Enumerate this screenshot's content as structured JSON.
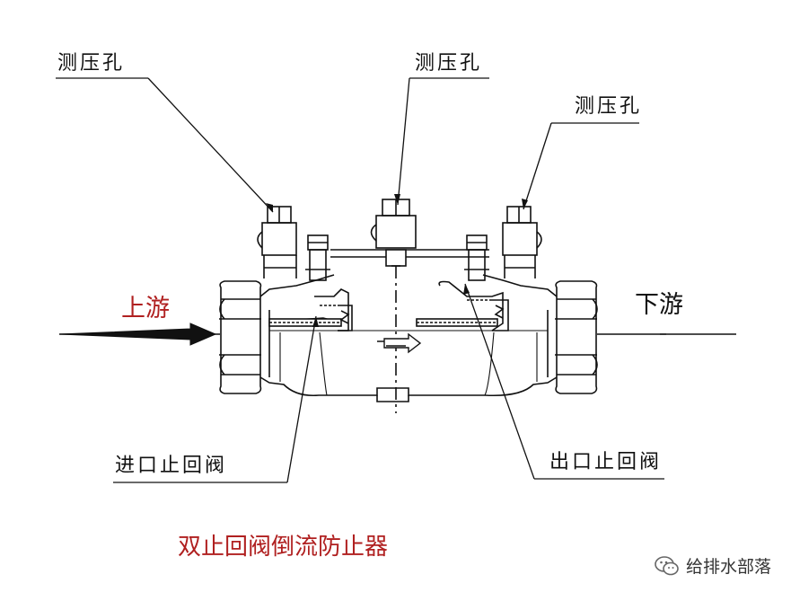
{
  "labels": {
    "tap_left": "测压孔",
    "tap_center": "测压孔",
    "tap_right": "测压孔",
    "upstream": "上游",
    "downstream": "下游",
    "inlet_check": "进口止回阀",
    "outlet_check": "出口止回阀"
  },
  "caption": "双止回阀倒流防止器",
  "watermark": {
    "icon": "wechat-icon",
    "text": "给排水部落"
  },
  "colors": {
    "accent": "#b02020",
    "line": "#111111",
    "watermark": "#555555"
  }
}
